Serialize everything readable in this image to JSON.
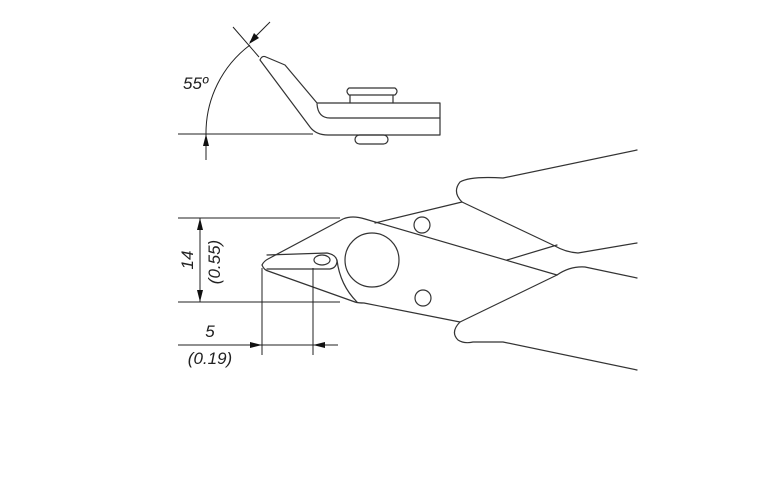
{
  "drawing": {
    "angle_label": "55º",
    "jaw_width_mm": "14",
    "jaw_width_in": "(0.55)",
    "tip_length_mm": "5",
    "tip_length_in": "(0.19)",
    "line_color": "#333333"
  }
}
